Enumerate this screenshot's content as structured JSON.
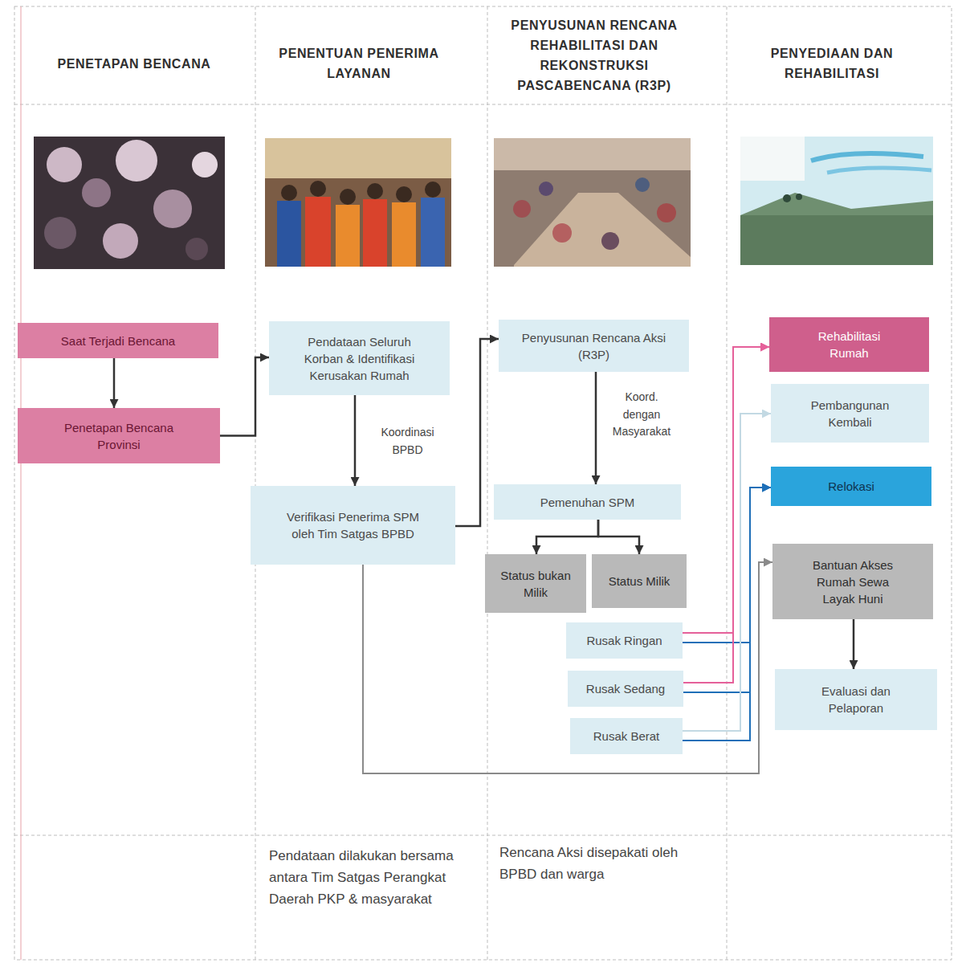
{
  "diagram": {
    "nodes": [
      {
        "text": [
          "Saat Terjadi Bencana"
        ]
      },
      {
        "text": [
          "Penetapan Bencana Provinsi"
        ]
      },
      {
        "text": [
          "Pendataan Seluruh Korban & Identifikasi Kerusakan Rumah"
        ]
      },
      {
        "text": [
          "Verifikasi Penerima SPM oleh Tim Satgas BPBD"
        ]
      },
      {
        "text": [
          "Penyusunan Rencana Aksi (R3P)"
        ]
      },
      {
        "text": [
          "Pemenuhan SPM"
        ]
      },
      {
        "text": [
          "Status bukan Milik"
        ]
      },
      {
        "text": [
          "Status Milik"
        ]
      },
      {
        "text": [
          "Rusak Ringan"
        ]
      },
      {
        "text": [
          "Rusak Sedang"
        ]
      },
      {
        "text": [
          "Rusak Berat"
        ]
      },
      {
        "text": [
          "Rehabilitasi Rumah"
        ]
      },
      {
        "text": [
          "Pembangunan Kembali"
        ]
      },
      {
        "text": [
          "Relokasi"
        ]
      },
      {
        "text": [
          "Bantuan Akses Rumah Sewa Layak Huni"
        ]
      },
      {
        "text": [
          "Evaluasi dan Pelaporan"
        ]
      }
    ],
    "edges": [
      {
        "from": 0,
        "to": 1,
        "arrow": "to"
      },
      {
        "from": 1,
        "to": 2,
        "arrow": "to"
      },
      {
        "from": 2,
        "to": 3,
        "label": "Koordinasi BPBD",
        "arrow": "to"
      },
      {
        "from": 3,
        "to": 4,
        "arrow": "to"
      },
      {
        "from": 4,
        "to": 5,
        "label": "Koord. dengan Masyarakat",
        "arrow": "to"
      },
      {
        "from": 5,
        "to": 6,
        "arrow": "to"
      },
      {
        "from": 5,
        "to": 7,
        "arrow": "to"
      },
      {
        "from": 3,
        "to": 14,
        "arrow": "to"
      },
      {
        "from": 8,
        "to": 11,
        "arrow": "to"
      },
      {
        "from": 8,
        "to": 13,
        "arrow": "to"
      },
      {
        "from": 9,
        "to": 11,
        "arrow": "to"
      },
      {
        "from": 9,
        "to": 13,
        "arrow": "to"
      },
      {
        "from": 10,
        "to": 12,
        "arrow": "to"
      },
      {
        "from": 10,
        "to": 13,
        "arrow": "to"
      },
      {
        "from": 14,
        "to": 15,
        "arrow": "to"
      }
    ],
    "labels": [
      "PENETAPAN BENCANA",
      "PENENTUAN PENERIMA LAYANAN",
      "PENYUSUNAN RENCANA REHABILITASI DAN REKONSTRUKSI PASCABENCANA (R3P)",
      "PENYEDIAAN DAN REHABILITASI",
      "Pendataan dilakukan bersama antara Tim Satgas Perangkat Daerah PKP & masyarakat",
      "Rencana Aksi disepakati oleh BPBD dan warga"
    ]
  }
}
